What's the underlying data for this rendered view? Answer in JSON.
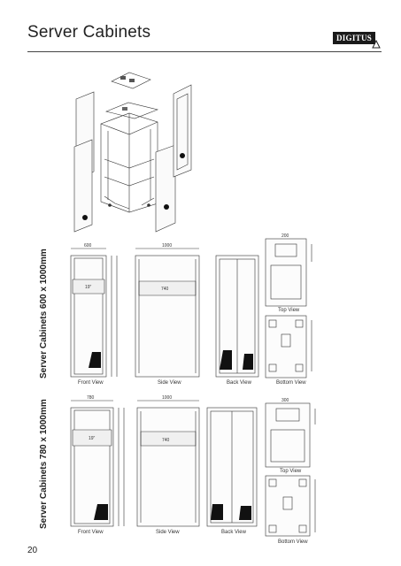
{
  "header": {
    "title": "Server Cabinets",
    "logo_text": "DIGITUS"
  },
  "sections": [
    {
      "label": "Server Cabinets 600 x 1000mm",
      "dims": {
        "front_width": "600",
        "side_depth": "1000",
        "top_width": "200",
        "inner_width": "740",
        "rack": "19\""
      },
      "captions": {
        "front": "Front View",
        "side": "Side View",
        "back": "Back View",
        "top": "Top View",
        "bottom": "Bottom View"
      }
    },
    {
      "label": "Server Cabinets 780 x 1000mm",
      "dims": {
        "front_width": "780",
        "side_depth": "1000",
        "top_width": "300",
        "inner_width": "740",
        "rack": "19\""
      },
      "captions": {
        "front": "Front View",
        "side": "Side View",
        "back": "Back View",
        "top": "Top View",
        "bottom": "Bottom View"
      }
    }
  ],
  "footer": {
    "page_number": "20"
  }
}
